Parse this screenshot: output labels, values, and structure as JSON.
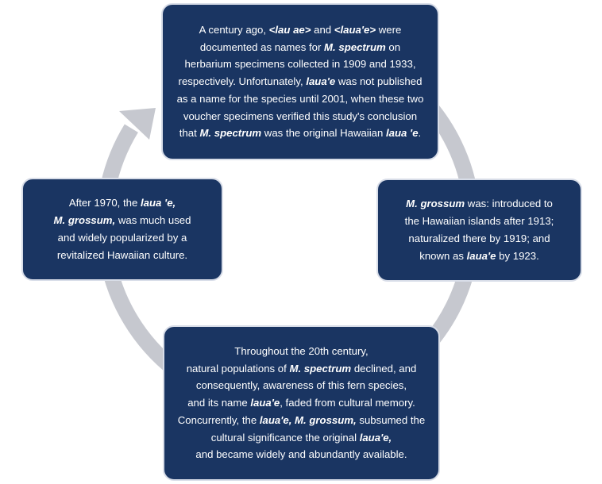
{
  "colors": {
    "box_fill": "#1a3562",
    "arrow": "#c6c8cf",
    "text": "#ffffff"
  },
  "boxes": {
    "top": {
      "lines": [
        [
          {
            "t": "A century ago, "
          },
          {
            "t": "<lau ae>",
            "s": "ib"
          },
          {
            "t": " and "
          },
          {
            "t": "<laua'e>",
            "s": "ib"
          },
          {
            "t": " were"
          }
        ],
        [
          {
            "t": "documented as names for "
          },
          {
            "t": "M. spectrum",
            "s": "ib"
          },
          {
            "t": " on"
          }
        ],
        [
          {
            "t": "herbarium specimens collected in 1909 and 1933,"
          }
        ],
        [
          {
            "t": "respectively. Unfortunately, "
          },
          {
            "t": "laua'e",
            "s": "ib"
          },
          {
            "t": " was not published"
          }
        ],
        [
          {
            "t": "as a name for the species until 2001, when these two"
          }
        ],
        [
          {
            "t": "voucher specimens verified this study's conclusion"
          }
        ],
        [
          {
            "t": "that "
          },
          {
            "t": "M. spectrum",
            "s": "ib"
          },
          {
            "t": " was the original Hawaiian "
          },
          {
            "t": "laua 'e",
            "s": "ib"
          },
          {
            "t": "."
          }
        ]
      ]
    },
    "right": {
      "lines": [
        [
          {
            "t": "M. grossum",
            "s": "ib"
          },
          {
            "t": " was: introduced to"
          }
        ],
        [
          {
            "t": "the Hawaiian islands after 1913;"
          }
        ],
        [
          {
            "t": "naturalized there by 1919; and"
          }
        ],
        [
          {
            "t": "known as "
          },
          {
            "t": "laua'e",
            "s": "ib"
          },
          {
            "t": " by 1923."
          }
        ]
      ]
    },
    "bottom": {
      "lines": [
        [
          {
            "t": "Throughout the 20th century,"
          }
        ],
        [
          {
            "t": "natural populations of "
          },
          {
            "t": "M. spectrum",
            "s": "ib"
          },
          {
            "t": " declined, and"
          }
        ],
        [
          {
            "t": "consequently, awareness of this fern species,"
          }
        ],
        [
          {
            "t": "and its name "
          },
          {
            "t": "laua'e",
            "s": "ib"
          },
          {
            "t": ", faded from cultural memory."
          }
        ],
        [
          {
            "t": "Concurrently, the "
          },
          {
            "t": "laua'e, M. grossum,",
            "s": "ib"
          },
          {
            "t": " subsumed the"
          }
        ],
        [
          {
            "t": "cultural significance the original "
          },
          {
            "t": "laua'e,",
            "s": "ib"
          }
        ],
        [
          {
            "t": "and became widely and abundantly available."
          }
        ]
      ]
    },
    "left": {
      "lines": [
        [
          {
            "t": "After 1970, the "
          },
          {
            "t": "laua 'e,",
            "s": "ib"
          }
        ],
        [
          {
            "t": "M. grossum,",
            "s": "ib"
          },
          {
            "t": " was much used"
          }
        ],
        [
          {
            "t": "and widely popularized by a"
          }
        ],
        [
          {
            "t": "revitalized Hawaiian culture."
          }
        ]
      ]
    }
  }
}
